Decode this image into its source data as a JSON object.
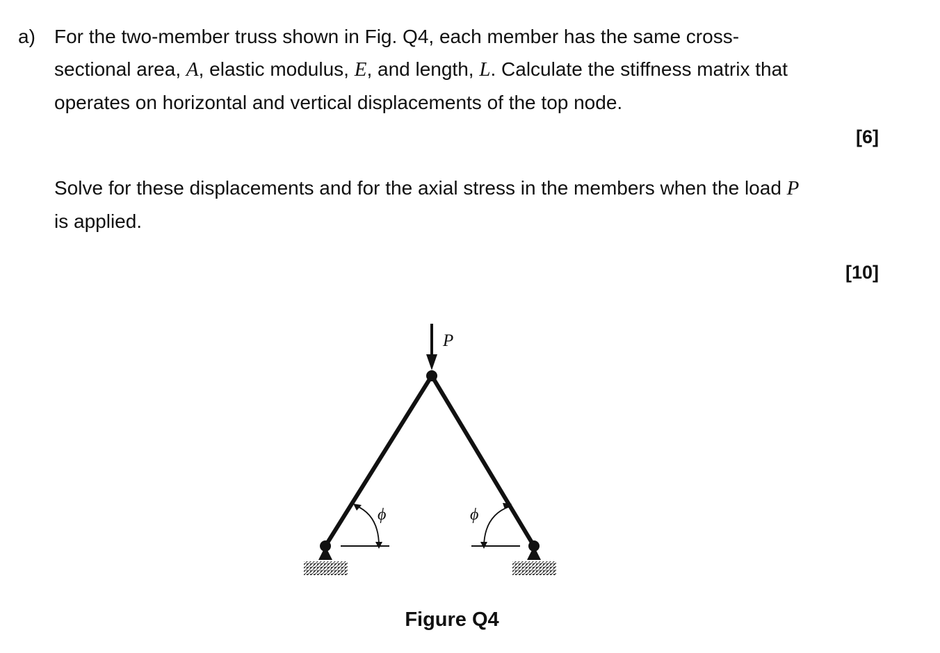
{
  "question": {
    "label": "a)",
    "part1": {
      "line1": "For the two-member truss shown in Fig. Q4, each member has the same cross-",
      "line2_a": "sectional area, ",
      "var_A": "A",
      "line2_b": ", elastic modulus, ",
      "var_E": "E",
      "line2_c": ", and length, ",
      "var_L": "L",
      "line2_d": ".  Calculate the stiffness matrix that",
      "line3": "operates on horizontal and vertical displacements of the top node."
    },
    "marks1": "[6]",
    "part2": {
      "line1_a": "Solve for these displacements and for the axial stress in the members when the load ",
      "var_P": "P",
      "line2": "is applied."
    },
    "marks2": "[10]"
  },
  "figure": {
    "load_label": "P",
    "angle_label_left": "ϕ",
    "angle_label_right": "ϕ",
    "caption": "Figure Q4"
  }
}
